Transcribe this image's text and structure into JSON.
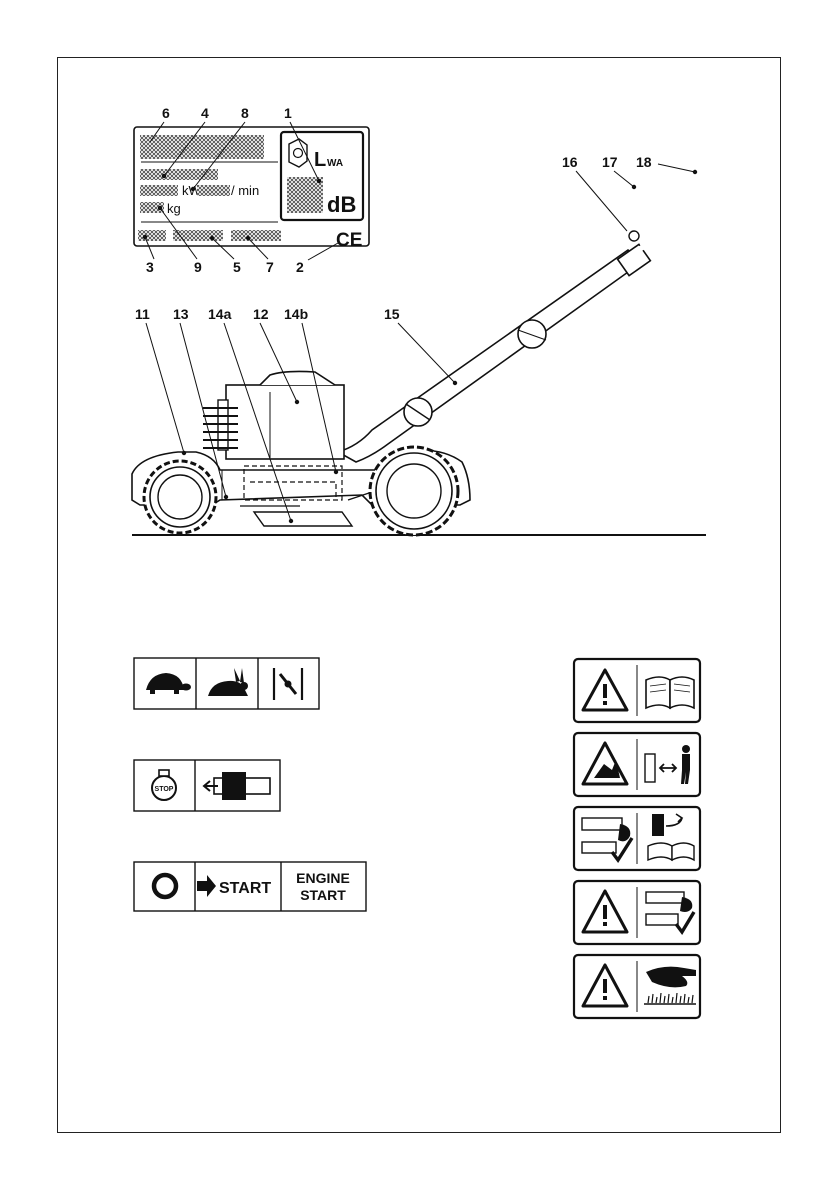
{
  "rating_plate": {
    "callouts": [
      "6",
      "4",
      "8",
      "1",
      "3",
      "9",
      "5",
      "7",
      "2"
    ],
    "power_unit": "kW",
    "speed_unit": "/ min",
    "mass_unit": "kg",
    "sound_symbol_main": "L",
    "sound_symbol_sub": "WA",
    "sound_unit": "dB",
    "conformity_mark": "CE"
  },
  "mower": {
    "callouts": [
      "11",
      "13",
      "14a",
      "12",
      "14b",
      "15",
      "16",
      "17",
      "18"
    ]
  },
  "symbols": {
    "start_label": "START",
    "engine_start_line1": "ENGINE",
    "engine_start_line2": "START",
    "stop_label": "STOP"
  },
  "icons": {
    "speed_group": [
      "tortoise-icon",
      "hare-icon",
      "choke-icon"
    ],
    "stop_group": [
      "stop-lever-icon",
      "brake-lever-icon"
    ],
    "start_group": [
      "off-circle-icon",
      "start-arrow-icon"
    ],
    "warnings": [
      "read-manual-warning",
      "thrown-objects-warning",
      "disconnect-plug-warning",
      "blade-stop-warning",
      "hand-blade-warning"
    ]
  }
}
